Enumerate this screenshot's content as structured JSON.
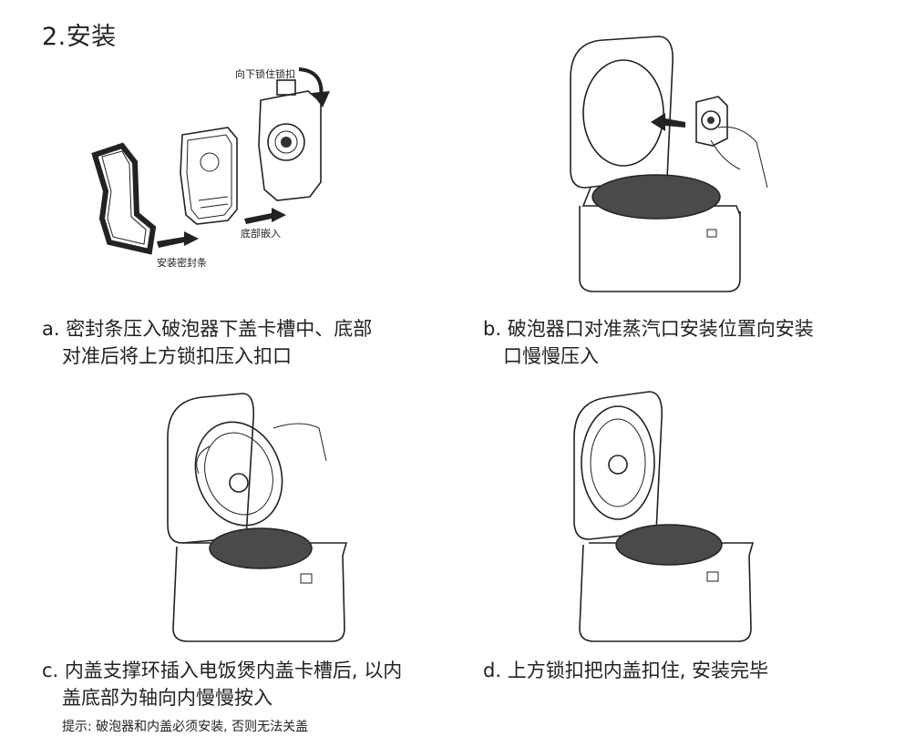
{
  "section_title": "2.安装",
  "figure_a": {
    "label_lock": "向下锁住锁扣",
    "label_bottom": "底部嵌入",
    "label_seal": "安装密封条"
  },
  "steps": [
    {
      "marker": "a.",
      "line1": "密封条压入破泡器下盖卡槽中、底部",
      "line2": "对准后将上方锁扣压入扣口"
    },
    {
      "marker": "b.",
      "line1": "破泡器口对准蒸汽口安装位置向安装",
      "line2": "口慢慢压入"
    },
    {
      "marker": "c.",
      "line1": "内盖支撑环插入电饭煲内盖卡槽后, 以内",
      "line2": "盖底部为轴向内慢慢按入"
    },
    {
      "marker": "d.",
      "line1": "上方锁扣把内盖扣住, 安装完毕",
      "line2": ""
    }
  ],
  "note": "提示: 破泡器和内盖必须安装, 否则无法关盖"
}
